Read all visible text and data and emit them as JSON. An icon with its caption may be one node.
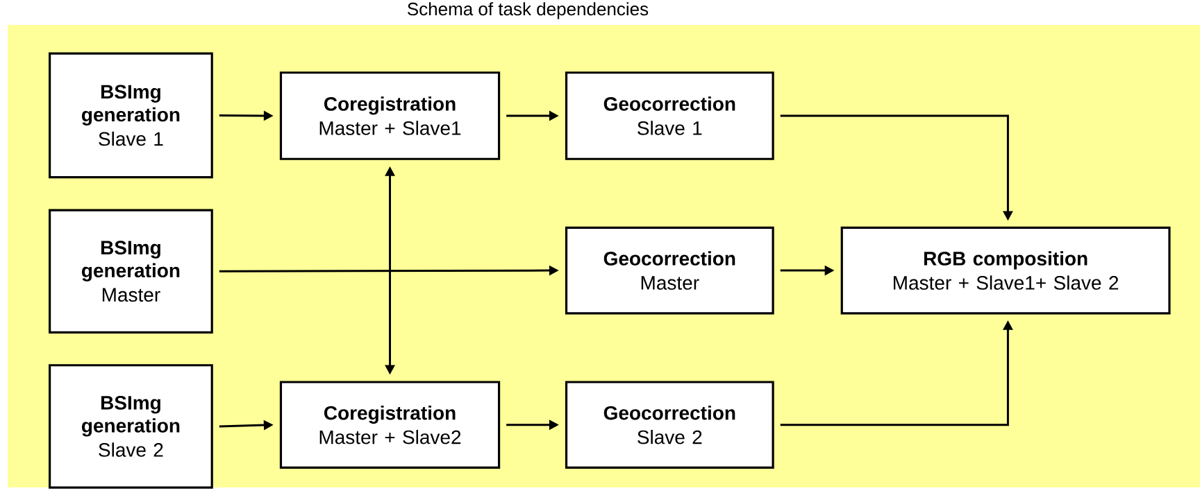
{
  "diagram": {
    "title": "Schema of task dependencies",
    "nodes": [
      {
        "text": [
          "BSImg generation",
          "Slave 1"
        ]
      },
      {
        "text": [
          "Coregistration",
          "Master + Slave1"
        ]
      },
      {
        "text": [
          "Geocorrection",
          "Slave 1"
        ]
      },
      {
        "text": [
          "BSImg generation",
          "Master"
        ]
      },
      {
        "text": [
          "Geocorrection",
          "Master"
        ]
      },
      {
        "text": [
          "RGB composition",
          "Master + Slave1+ Slave 2"
        ]
      },
      {
        "text": [
          "BSImg generation",
          "Slave 2"
        ]
      },
      {
        "text": [
          "Coregistration",
          "Master + Slave2"
        ]
      },
      {
        "text": [
          "Geocorrection",
          "Slave 2"
        ]
      }
    ],
    "edges": [
      {
        "from": 0,
        "to": 1,
        "arrow": "to"
      },
      {
        "from": 1,
        "to": 2,
        "arrow": "to"
      },
      {
        "from": 2,
        "to": 5,
        "arrow": "to"
      },
      {
        "from": 3,
        "to": 4,
        "arrow": "to"
      },
      {
        "from": 4,
        "to": 5,
        "arrow": "to"
      },
      {
        "from": 1,
        "to": 7,
        "arrow": "both"
      },
      {
        "from": 6,
        "to": 7,
        "arrow": "to"
      },
      {
        "from": 7,
        "to": 8,
        "arrow": "to"
      },
      {
        "from": 8,
        "to": 5,
        "arrow": "to"
      }
    ]
  }
}
